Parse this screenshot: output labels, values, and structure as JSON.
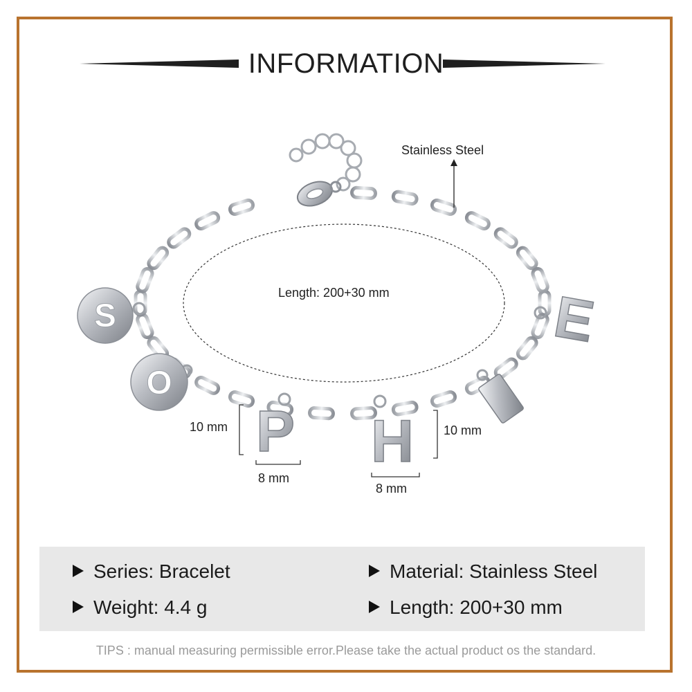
{
  "header": {
    "title": "INFORMATION"
  },
  "colors": {
    "frame": "#b8732e",
    "panel": "#e8e8e8",
    "metal": "#c9ccd1"
  },
  "product": {
    "pendant_letters": [
      "S",
      "O",
      "P",
      "H",
      "I",
      "E"
    ]
  },
  "annotations": {
    "material_label": "Stainless Steel",
    "length_label": "Length: 200+30 mm",
    "p_height": "10 mm",
    "p_width": "8 mm",
    "h_height": "10 mm",
    "h_width": "8 mm"
  },
  "specs": {
    "series": "Series: Bracelet",
    "weight": "Weight: 4.4 g",
    "material": "Material: Stainless Steel",
    "length": "Length: 200+30 mm"
  },
  "tips": "TIPS : manual measuring permissible error.Please take the actual product os the standard."
}
